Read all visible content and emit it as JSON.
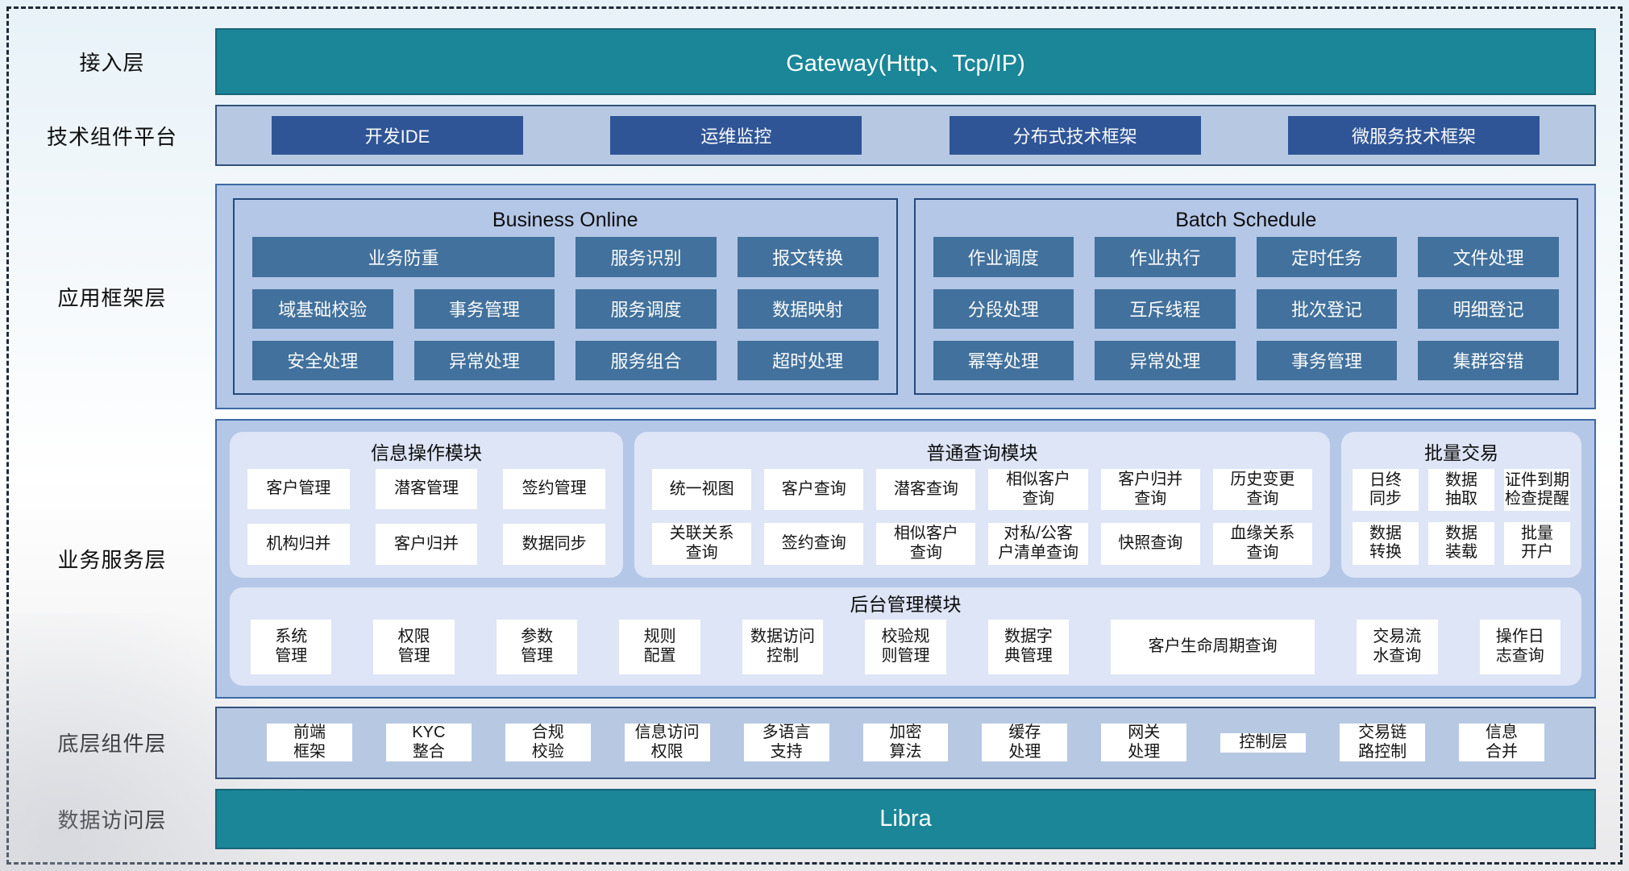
{
  "colors": {
    "teal_bar": "#1a8698",
    "dark_blue_button": "#2f5597",
    "steel_blue_button": "#41719c",
    "layer_container": "#b4c7e7",
    "module_card": "#dde5f6",
    "container_border": "#3c6aa5",
    "panel_border": "#24497a"
  },
  "access_layer": {
    "label": "接入层",
    "gateway": "Gateway(Http、Tcp/IP)"
  },
  "tech_platform": {
    "label": "技术组件平台",
    "items": [
      "开发IDE",
      "运维监控",
      "分布式技术框架",
      "微服务技术框架"
    ]
  },
  "app_framework": {
    "label": "应用框架层",
    "business_online": {
      "title": "Business Online",
      "items": [
        {
          "label": "业务防重",
          "span": 2
        },
        "服务识别",
        "报文转换",
        "域基础校验",
        "事务管理",
        "服务调度",
        "数据映射",
        "安全处理",
        "异常处理",
        "服务组合",
        "超时处理"
      ]
    },
    "batch_schedule": {
      "title": "Batch Schedule",
      "items": [
        "作业调度",
        "作业执行",
        "定时任务",
        "文件处理",
        "分段处理",
        "互斥线程",
        "批次登记",
        "明细登记",
        "幂等处理",
        "异常处理",
        "事务管理",
        "集群容错"
      ]
    }
  },
  "business_service": {
    "label": "业务服务层",
    "info_module": {
      "title": "信息操作模块",
      "items": [
        "客户管理",
        "潜客管理",
        "签约管理",
        "机构归并",
        "客户归并",
        "数据同步"
      ]
    },
    "query_module": {
      "title": "普通查询模块",
      "items": [
        "统一视图",
        "客户查询",
        "潜客查询",
        "相似客户\n查询",
        "客户归并\n查询",
        "历史变更\n查询",
        "关联关系\n查询",
        "签约查询",
        "相似客户\n查询",
        "对私/公客\n户清单查询",
        "快照查询",
        "血缘关系\n查询"
      ]
    },
    "batch_module": {
      "title": "批量交易",
      "items": [
        "日终\n同步",
        "数据\n抽取",
        "证件到期\n检查提醒",
        "数据\n转换",
        "数据\n装载",
        "批量\n开户"
      ]
    },
    "admin_module": {
      "title": "后台管理模块",
      "items": [
        "系统\n管理",
        "权限\n管理",
        "参数\n管理",
        "规则\n配置",
        "数据访问\n控制",
        "校验规\n则管理",
        "数据字\n典管理",
        {
          "label": "客户生命周期查询",
          "span": 2
        },
        "交易流\n水查询",
        "操作日\n志查询"
      ]
    }
  },
  "base_components": {
    "label": "底层组件层",
    "items": [
      "前端\n框架",
      "KYC\n整合",
      "合规\n校验",
      "信息访问\n权限",
      "多语言\n支持",
      "加密\n算法",
      "缓存\n处理",
      "网关\n处理",
      "控制层",
      "交易链\n路控制",
      "信息\n合并"
    ]
  },
  "data_access": {
    "label": "数据访问层",
    "bar": "Libra"
  }
}
